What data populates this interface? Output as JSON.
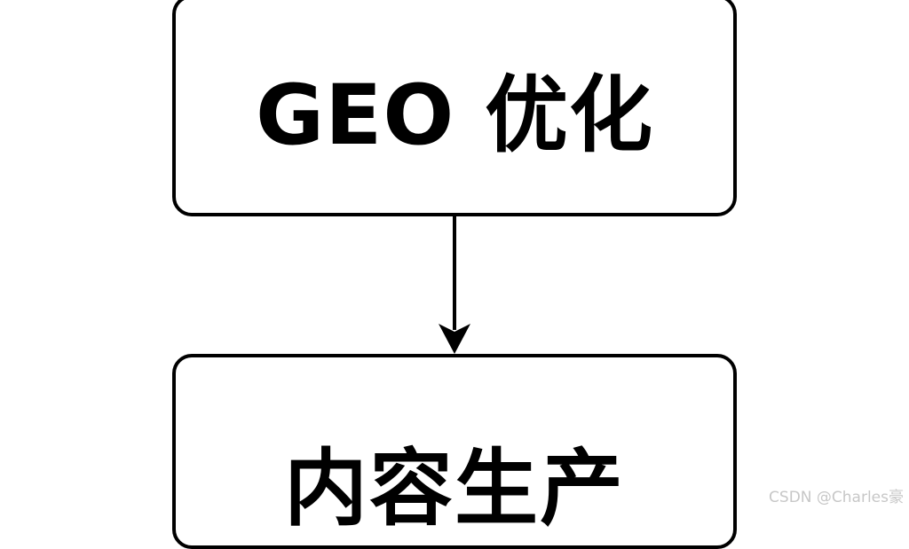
{
  "diagram": {
    "nodes": [
      {
        "id": "top",
        "label": "GEO 优化"
      },
      {
        "id": "bottom",
        "label": "内容生产"
      }
    ],
    "edges": [
      {
        "from": "top",
        "to": "bottom",
        "type": "arrow"
      }
    ]
  },
  "watermark": "CSDN @Charles豪",
  "colors": {
    "stroke": "#000000",
    "background": "#ffffff",
    "watermark": "#c7c7c7"
  }
}
